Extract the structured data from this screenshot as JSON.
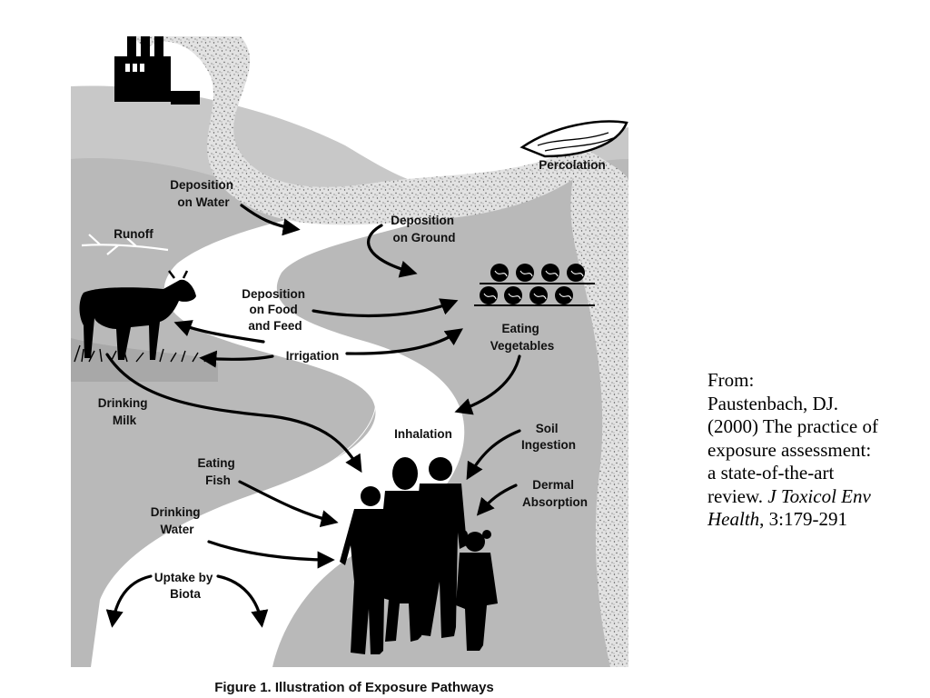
{
  "figure": {
    "caption": "Figure 1. Illustration of Exposure Pathways",
    "labels": {
      "deposition_on_water": [
        "Deposition",
        "on Water"
      ],
      "runoff": [
        "Runoff"
      ],
      "percolation": [
        "Percolation"
      ],
      "deposition_on_ground": [
        "Deposition",
        "on Ground"
      ],
      "deposition_on_food": [
        "Deposition",
        "on Food",
        "and Feed"
      ],
      "irrigation": [
        "Irrigation"
      ],
      "eating_vegetables": [
        "Eating",
        "Vegetables"
      ],
      "drinking_milk": [
        "Drinking",
        "Milk"
      ],
      "inhalation": [
        "Inhalation"
      ],
      "soil_ingestion": [
        "Soil",
        "Ingestion"
      ],
      "eating_fish": [
        "Eating",
        "Fish"
      ],
      "dermal_absorption": [
        "Dermal",
        "Absorption"
      ],
      "drinking_water": [
        "Drinking",
        "Water"
      ],
      "uptake_by_biota": [
        "Uptake by",
        "Biota"
      ]
    }
  },
  "citation": {
    "from": "From:",
    "author": "Paustenbach, DJ.",
    "year_title_1": "(2000) The practice of",
    "title_2": "exposure assessment:",
    "title_3": "a state-of-the-art",
    "title_4_plain": "review. ",
    "journal_part1": "J Toxicol Env",
    "journal_part2": "Health",
    "volume_pages": ", 3:179-291"
  }
}
